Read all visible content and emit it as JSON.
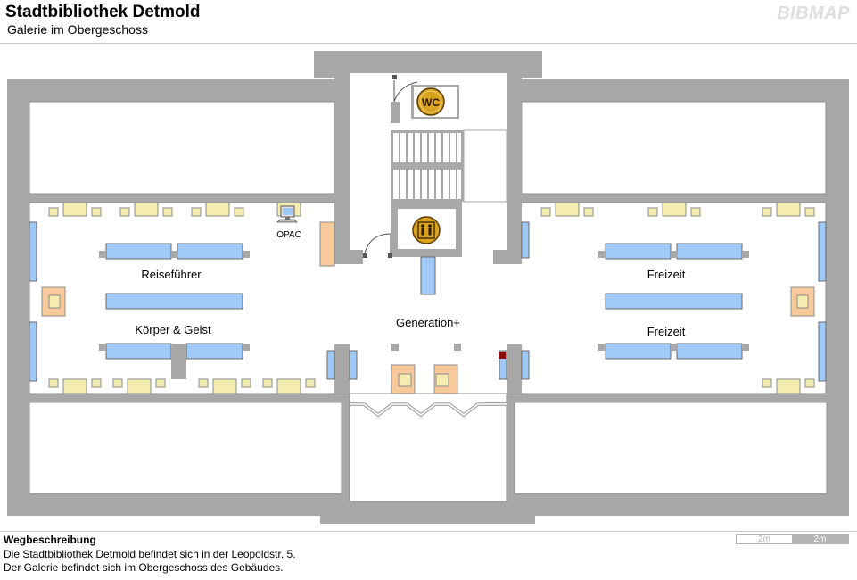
{
  "header": {
    "title": "Stadtbibliothek Detmold",
    "subtitle": "Galerie im Obergeschoss",
    "logo_text": "BIBMAP"
  },
  "map": {
    "icons": [
      "wc-icon",
      "elevator-icon",
      "computer-icon"
    ],
    "labels": {
      "wc": "WC",
      "opac": "OPAC",
      "reisefuehrer": "Reiseführer",
      "koerper_geist": "Körper & Geist",
      "generation": "Generation+",
      "freizeit_top": "Freizeit",
      "freizeit_bottom": "Freizeit"
    },
    "colors": {
      "wall": "#a8a8a8",
      "floor": "#ffffff",
      "shelf": "#9fcaf7",
      "seat": "#f5ecb0",
      "table": "#f7c99b",
      "marker": "#8a0c0c",
      "icon_gold": "#d9a320"
    }
  },
  "footer": {
    "heading": "Wegbeschreibung",
    "line1": "Die Stadtbibliothek Detmold befindet sich in der Leopoldstr. 5.",
    "line2": "Der Galerie befindet sich im Obergeschoss des Gebäudes."
  },
  "scale": {
    "segment1": "2m",
    "segment2": "2m"
  }
}
